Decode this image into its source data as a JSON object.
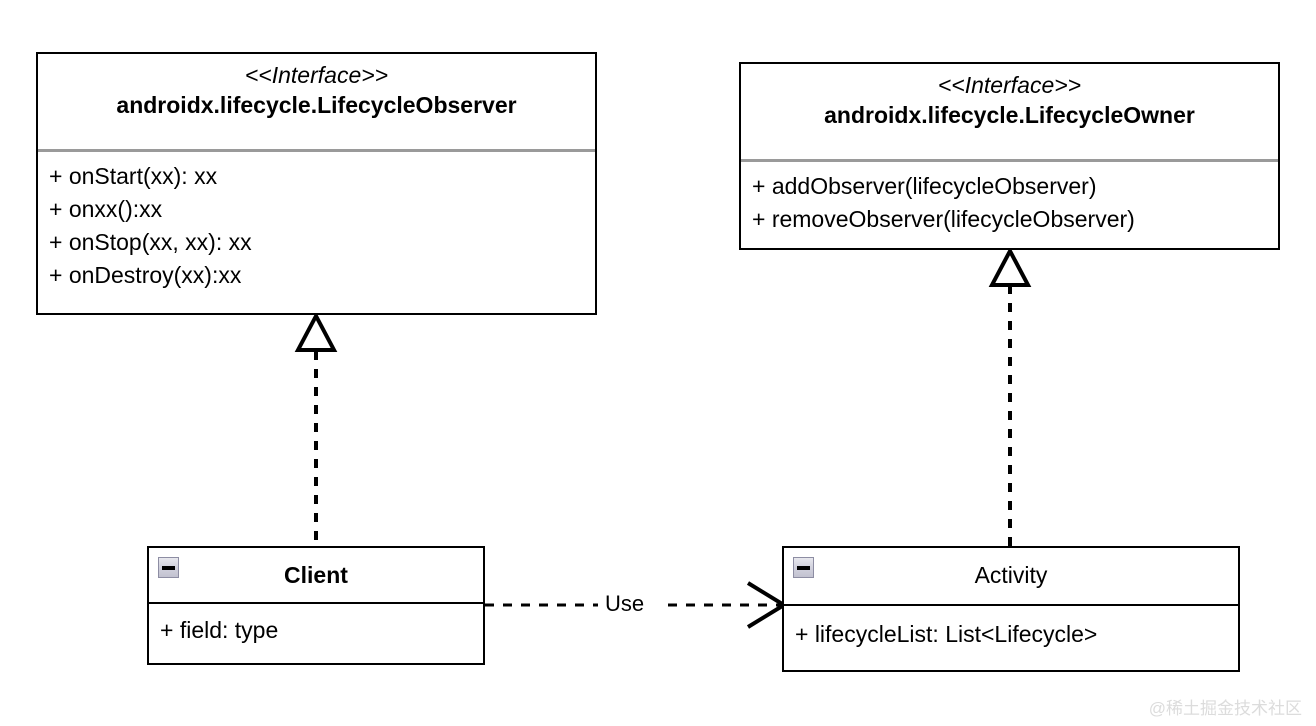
{
  "diagram": {
    "type": "uml-class-diagram",
    "background": "#ffffff",
    "line_color": "#000000",
    "separator_color": "#9a9a9a",
    "watermark": "@稀土掘金技术社区"
  },
  "nodes": {
    "lifecycle_observer": {
      "stereotype": "<<Interface>>",
      "name": "androidx.lifecycle.LifecycleObserver",
      "members": [
        "+ onStart(xx): xx",
        "+ onxx():xx",
        "+ onStop(xx, xx): xx",
        "+ onDestroy(xx):xx"
      ]
    },
    "lifecycle_owner": {
      "stereotype": "<<Interface>>",
      "name": "androidx.lifecycle.LifecycleOwner",
      "members": [
        "+ addObserver(lifecycleObserver)",
        "+ removeObserver(lifecycleObserver)"
      ]
    },
    "client": {
      "name": "Client",
      "collapse_icon": "minus-icon",
      "members": [
        "+ field: type"
      ]
    },
    "activity": {
      "name": "Activity",
      "collapse_icon": "minus-icon",
      "members": [
        "+ lifecycleList: List<Lifecycle>"
      ]
    }
  },
  "edges": [
    {
      "id": "client-realizes-observer",
      "from": "client",
      "to": "lifecycle_observer",
      "style": "dashed",
      "arrow": "hollow-triangle",
      "label": ""
    },
    {
      "id": "activity-realizes-owner",
      "from": "activity",
      "to": "lifecycle_owner",
      "style": "dashed",
      "arrow": "hollow-triangle",
      "label": ""
    },
    {
      "id": "client-uses-activity",
      "from": "client",
      "to": "activity",
      "style": "dashed",
      "arrow": "open-arrow",
      "label": "Use"
    }
  ]
}
